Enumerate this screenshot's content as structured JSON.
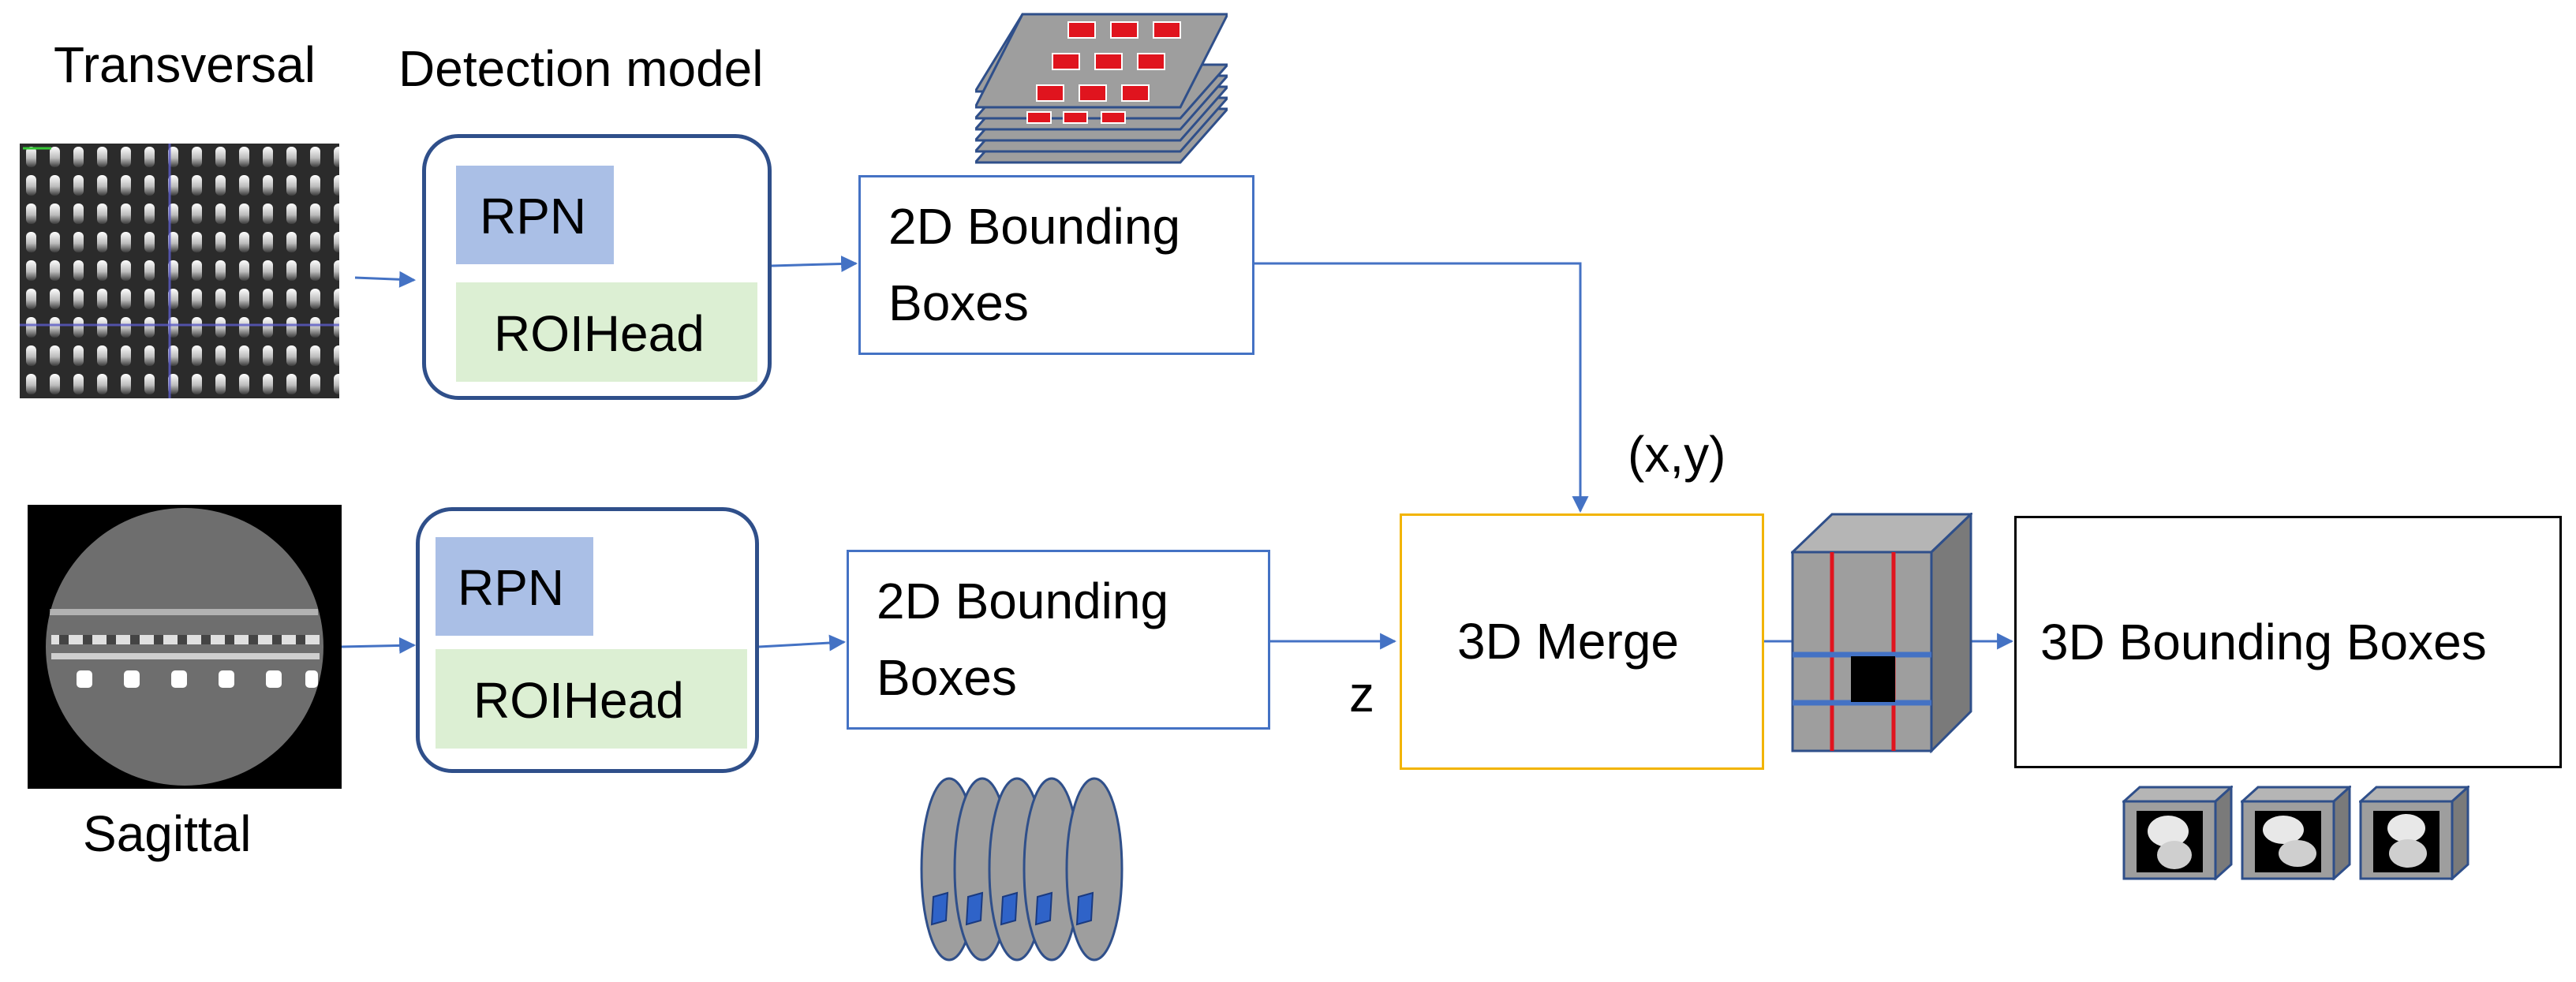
{
  "labels": {
    "transversal": "Transversal",
    "sagittal": "Sagittal",
    "detection_model": "Detection model",
    "xy": "(x,y)",
    "z": "z"
  },
  "top_model": {
    "rpn": "RPN",
    "roihead": "ROIHead"
  },
  "bottom_model": {
    "rpn": "RPN",
    "roihead": "ROIHead"
  },
  "top_output": {
    "line1": "2D Bounding",
    "line2": "Boxes"
  },
  "bottom_output": {
    "line1": "2D Bounding",
    "line2": "Boxes"
  },
  "merge": {
    "label": "3D Merge"
  },
  "final": {
    "label": "3D Bounding Boxes"
  },
  "colors": {
    "arrow": "#4472c4",
    "model_border": "#2f4f8a",
    "rpn_fill": "#aabfe6",
    "roihead_fill": "#dcefd3",
    "merge_border": "#f2b400",
    "slice_fill": "#8a8a8a",
    "highlight_red": "#e0141e"
  }
}
